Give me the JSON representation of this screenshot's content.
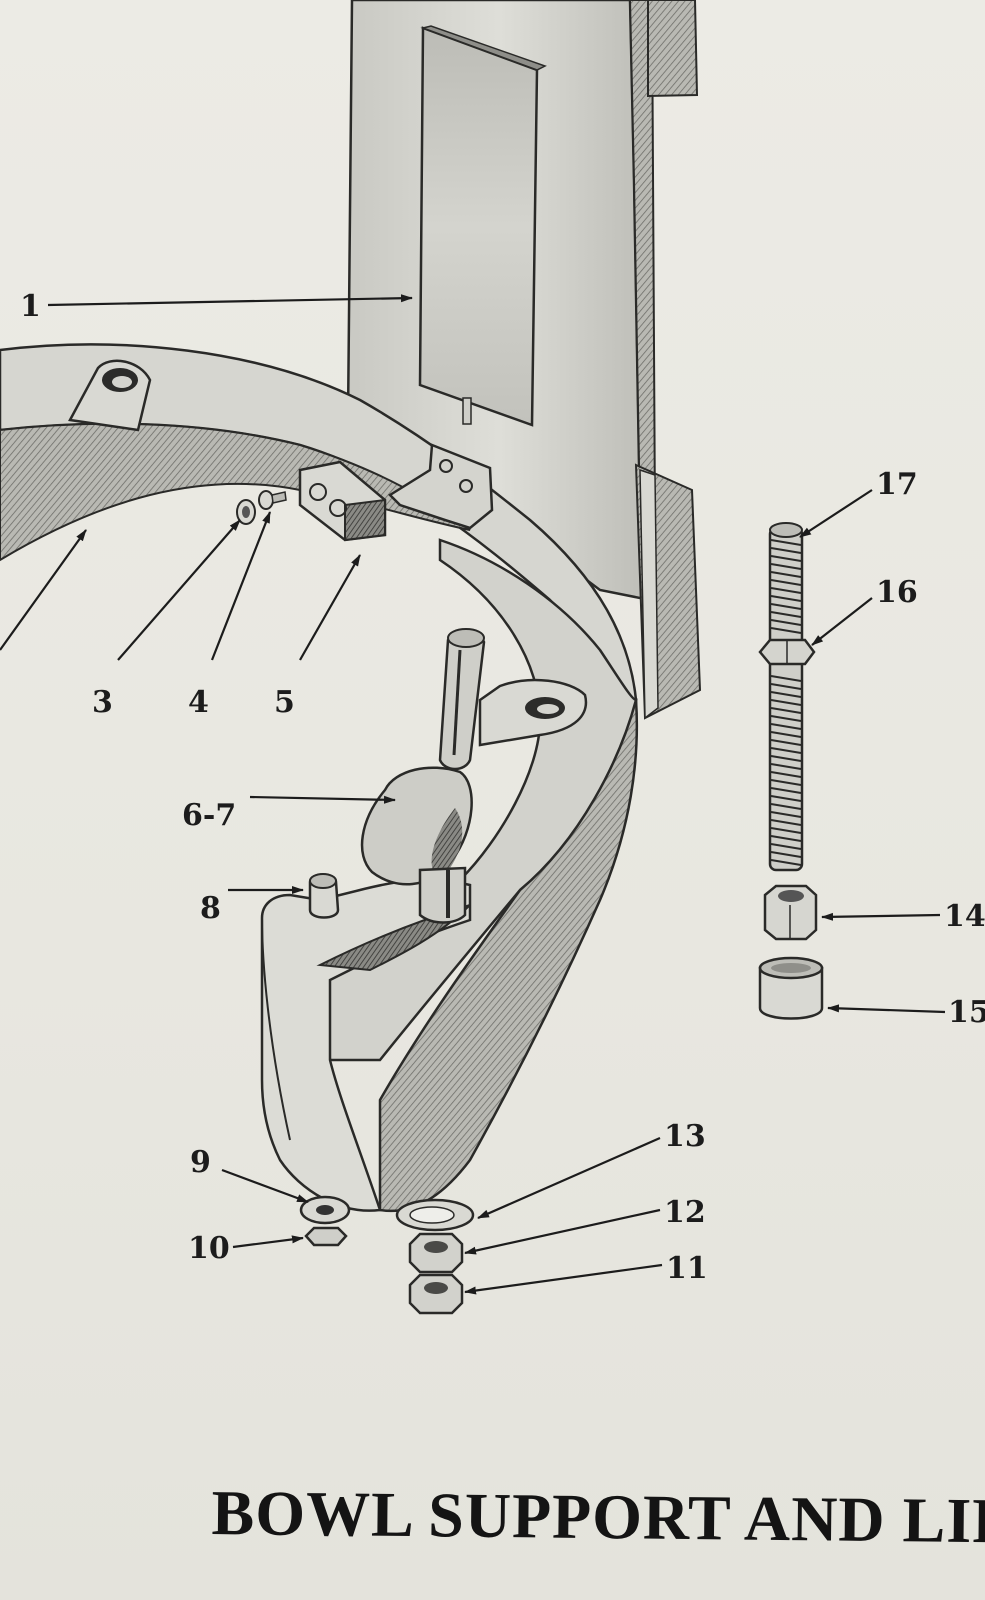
{
  "figure": {
    "caption": "BOWL SUPPORT AND LIFT",
    "callouts": {
      "c1": "1",
      "c3": "3",
      "c4": "4",
      "c5": "5",
      "c6_7": "6-7",
      "c8": "8",
      "c9": "9",
      "c10": "10",
      "c11": "11",
      "c12": "12",
      "c13": "13",
      "c14": "14",
      "c15": "15",
      "c16": "16",
      "c17": "17"
    }
  },
  "colors": {
    "paper": "#e9e8e1",
    "ink": "#1c1c1c",
    "metal_fill": "#cfcfc9",
    "metal_shade": "#a9a9a3"
  }
}
